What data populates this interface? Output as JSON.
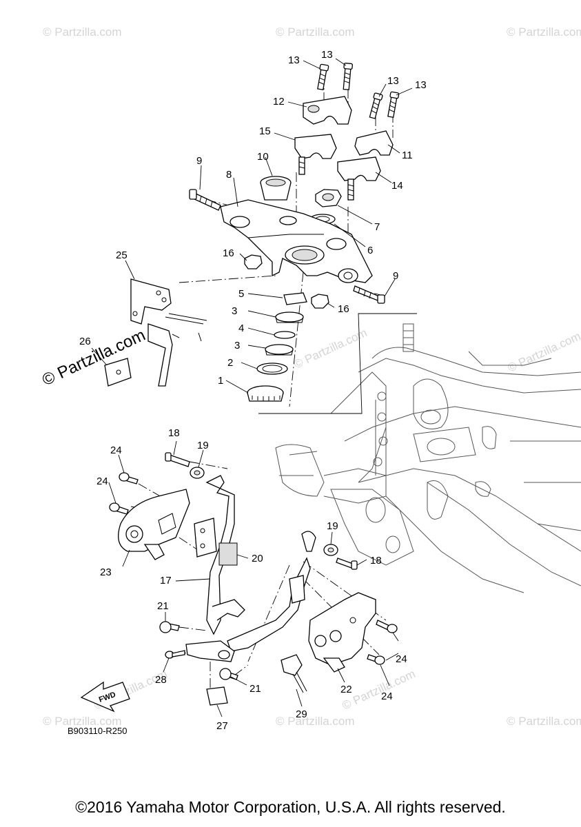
{
  "watermarks": {
    "corner": "© Partzilla.com",
    "big": "© Partzilla.com"
  },
  "diagram_code": "B903110-R250",
  "fwd_label": "FWD",
  "copyright": "©2016 Yamaha Motor Corporation, U.S.A. All rights reserved.",
  "callouts": {
    "c1": "1",
    "c2": "2",
    "c3a": "3",
    "c3b": "3",
    "c4": "4",
    "c5": "5",
    "c6": "6",
    "c7": "7",
    "c8": "8",
    "c9a": "9",
    "c9b": "9",
    "c10": "10",
    "c11": "11",
    "c12": "12",
    "c13a": "13",
    "c13b": "13",
    "c13c": "13",
    "c13d": "13",
    "c14": "14",
    "c15": "15",
    "c16a": "16",
    "c16b": "16",
    "c17": "17",
    "c18a": "18",
    "c18b": "18",
    "c19a": "19",
    "c19b": "19",
    "c20": "20",
    "c21a": "21",
    "c21b": "21",
    "c22": "22",
    "c23": "23",
    "c24a": "24",
    "c24b": "24",
    "c24c": "24",
    "c24d": "24",
    "c25": "25",
    "c26": "26",
    "c27": "27",
    "c28": "28",
    "c29": "29"
  }
}
